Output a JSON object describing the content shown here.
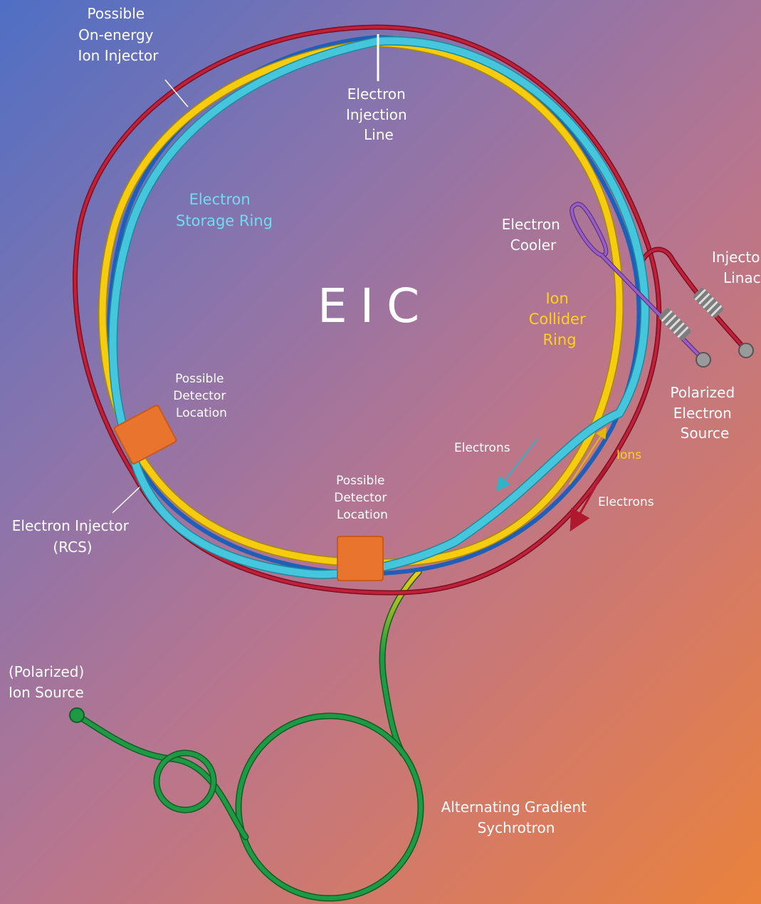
{
  "title": "EIC",
  "labels": {
    "on_energy_injector": [
      "Possible",
      "On-energy",
      "Ion Injector"
    ],
    "electron_injection_line": [
      "Electron",
      "Injection",
      "Line"
    ],
    "electron_storage_ring": [
      "Electron",
      "Storage Ring"
    ],
    "electron_cooler": [
      "Electron",
      "Cooler"
    ],
    "injector_linac": [
      "Injector",
      "Linac"
    ],
    "ion_collider_ring": [
      "Ion",
      "Collider",
      "Ring"
    ],
    "polarized_electron_source": [
      "Polarized",
      "Electron",
      "Source"
    ],
    "detector_left": [
      "Possible",
      "Detector",
      "Location"
    ],
    "detector_bottom": [
      "Possible",
      "Detector",
      "Location"
    ],
    "electrons_inner": "Electrons",
    "ions": "Ions",
    "electrons_outer": "Electrons",
    "electron_injector_rcs": [
      "Electron Injector",
      "(RCS)"
    ],
    "ion_source": [
      "(Polarized)",
      "Ion Source"
    ],
    "ags": [
      "Alternating Gradient",
      "Sychrotron"
    ]
  },
  "colors": {
    "rcs_ring": "#c0203a",
    "ion_ring": "#f5cc10",
    "electron_storage_ring": "#45c6dc",
    "blue_ring": "#1f5fb8",
    "ags": "#1f9a44",
    "detector": "#e8742e",
    "cooler": "#9a5cc8",
    "linac_coil": "#9a9a9a"
  }
}
